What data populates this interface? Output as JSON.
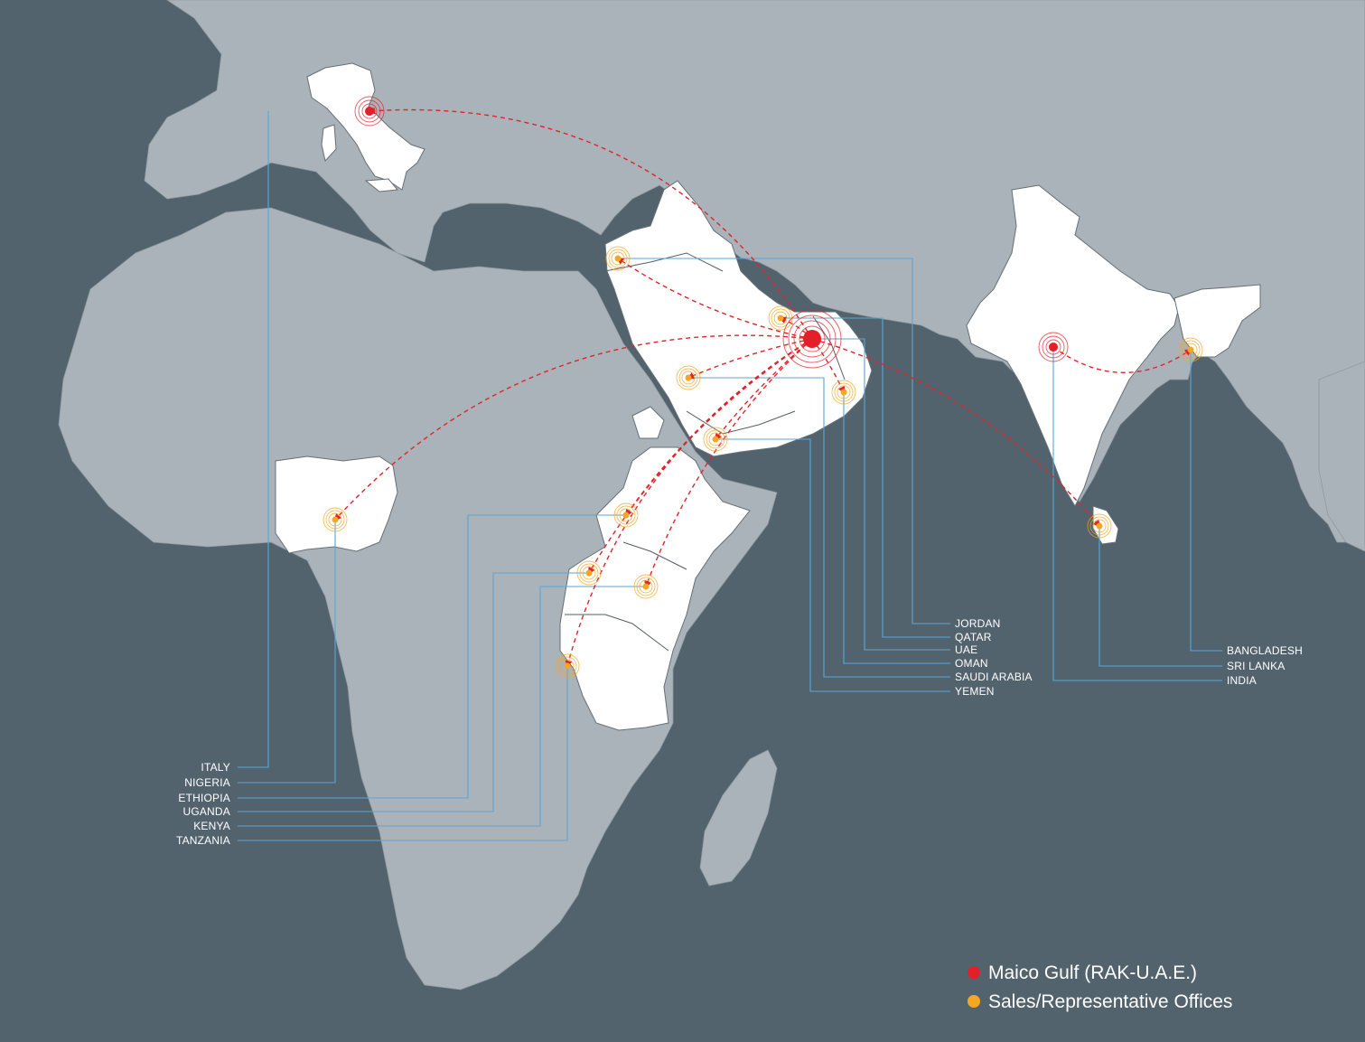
{
  "colors": {
    "sea": "#53636e",
    "land_other": "#aab3b9",
    "land_highlight": "#ffffff",
    "border_line": "#8f999f",
    "connector_line": "#5aa6d6",
    "arrow_dash": "#e2232a",
    "hq_marker": "#e3202a",
    "office_marker": "#f5a623"
  },
  "headquarters": {
    "name": "Maico Gulf (RAK-U.A.E.)"
  },
  "legend": {
    "hq_label": "Maico Gulf (RAK-U.A.E.)",
    "office_label": "Sales/Representative Offices"
  },
  "label_groups": {
    "west": [
      "ITALY",
      "NIGERIA",
      "ETHIOPIA",
      "UGANDA",
      "KENYA",
      "TANZANIA"
    ],
    "middle": [
      "JORDAN",
      "QATAR",
      "UAE",
      "OMAN",
      "SAUDI ARABIA",
      "YEMEN"
    ],
    "east": [
      "BANGLADESH",
      "SRI LANKA",
      "INDIA"
    ]
  },
  "locations": [
    {
      "country": "ITALY",
      "type": "major"
    },
    {
      "country": "NIGERIA",
      "type": "office"
    },
    {
      "country": "ETHIOPIA",
      "type": "office"
    },
    {
      "country": "UGANDA",
      "type": "office"
    },
    {
      "country": "KENYA",
      "type": "office"
    },
    {
      "country": "TANZANIA",
      "type": "office"
    },
    {
      "country": "JORDAN",
      "type": "office"
    },
    {
      "country": "QATAR",
      "type": "office"
    },
    {
      "country": "UAE",
      "type": "hq"
    },
    {
      "country": "OMAN",
      "type": "office"
    },
    {
      "country": "SAUDI ARABIA",
      "type": "office"
    },
    {
      "country": "YEMEN",
      "type": "office"
    },
    {
      "country": "BANGLADESH",
      "type": "office"
    },
    {
      "country": "SRI LANKA",
      "type": "office"
    },
    {
      "country": "INDIA",
      "type": "major"
    }
  ]
}
